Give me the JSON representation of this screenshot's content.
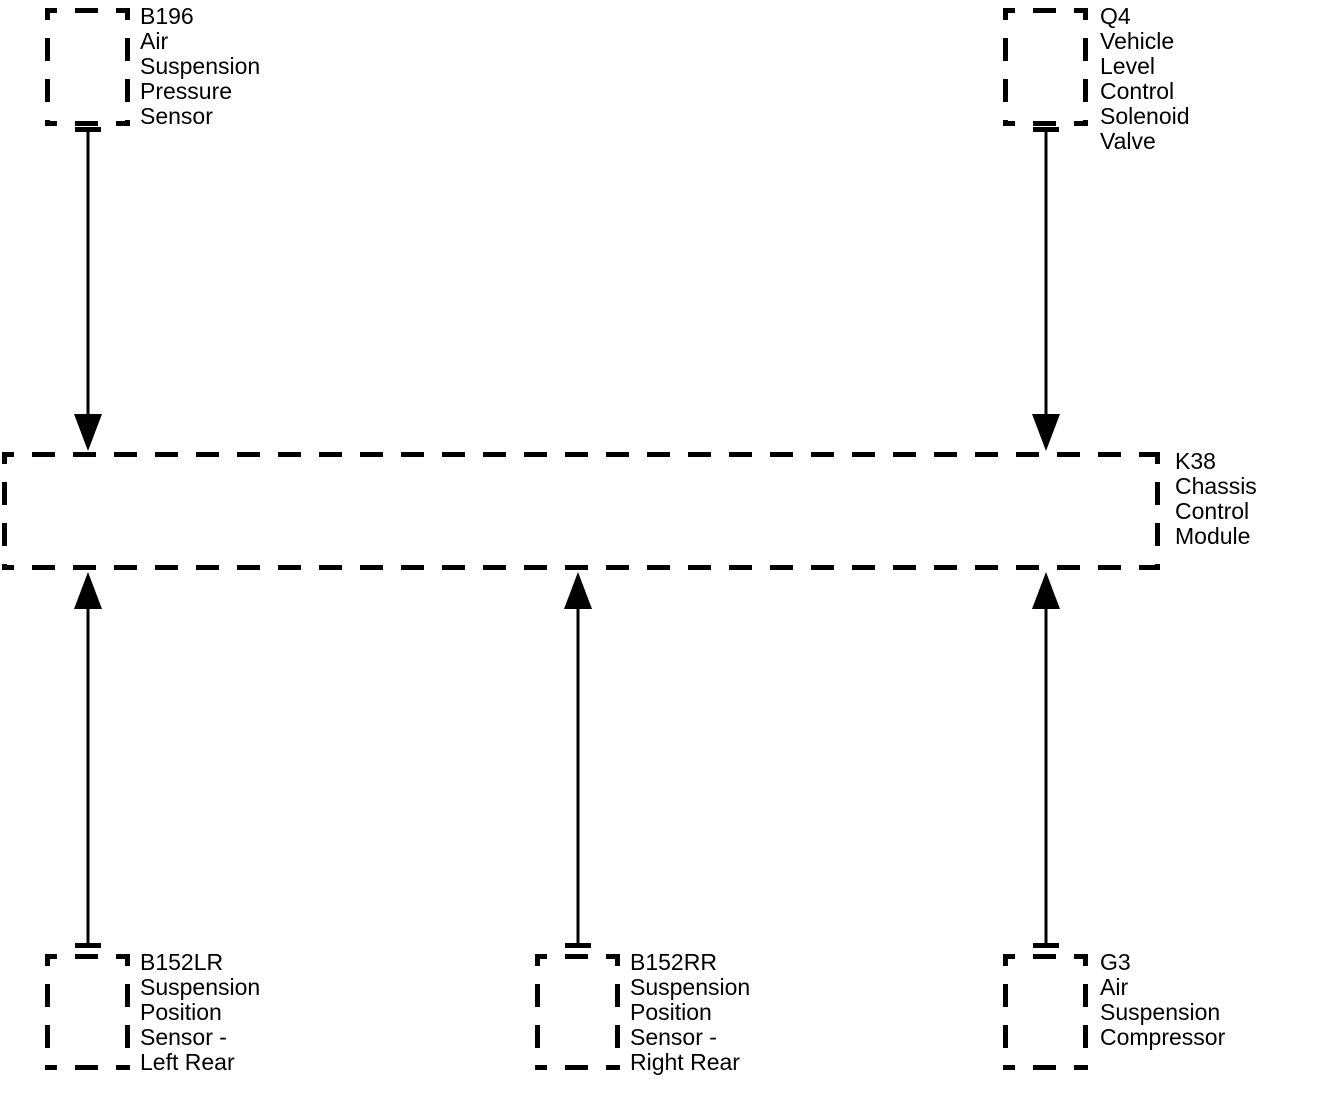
{
  "diagram": {
    "type": "vehicle-wiring-block-diagram",
    "colors": {
      "line": "#000000",
      "text": "#000000",
      "background": "#ffffff"
    },
    "nodes": {
      "b196": {
        "code": "B196",
        "lines": [
          "B196",
          "Air",
          "Suspension",
          "Pressure",
          "Sensor"
        ]
      },
      "q4": {
        "code": "Q4",
        "lines": [
          "Q4",
          "Vehicle",
          "Level",
          "Control",
          "Solenoid",
          "Valve"
        ]
      },
      "k38": {
        "code": "K38",
        "lines": [
          "K38",
          "Chassis",
          "Control",
          "Module"
        ]
      },
      "b152lr": {
        "code": "B152LR",
        "lines": [
          "B152LR",
          "Suspension",
          "Position",
          "Sensor -",
          "Left Rear"
        ]
      },
      "b152rr": {
        "code": "B152RR",
        "lines": [
          "B152RR",
          "Suspension",
          "Position",
          "Sensor -",
          "Right Rear"
        ]
      },
      "g3": {
        "code": "G3",
        "lines": [
          "G3",
          "Air",
          "Suspension",
          "Compressor"
        ]
      }
    },
    "connections": [
      {
        "from": "B196",
        "to": "K38",
        "direction": "down"
      },
      {
        "from": "Q4",
        "to": "K38",
        "direction": "down"
      },
      {
        "from": "B152LR",
        "to": "K38",
        "direction": "up"
      },
      {
        "from": "B152RR",
        "to": "K38",
        "direction": "up"
      },
      {
        "from": "G3",
        "to": "K38",
        "direction": "up"
      }
    ]
  }
}
